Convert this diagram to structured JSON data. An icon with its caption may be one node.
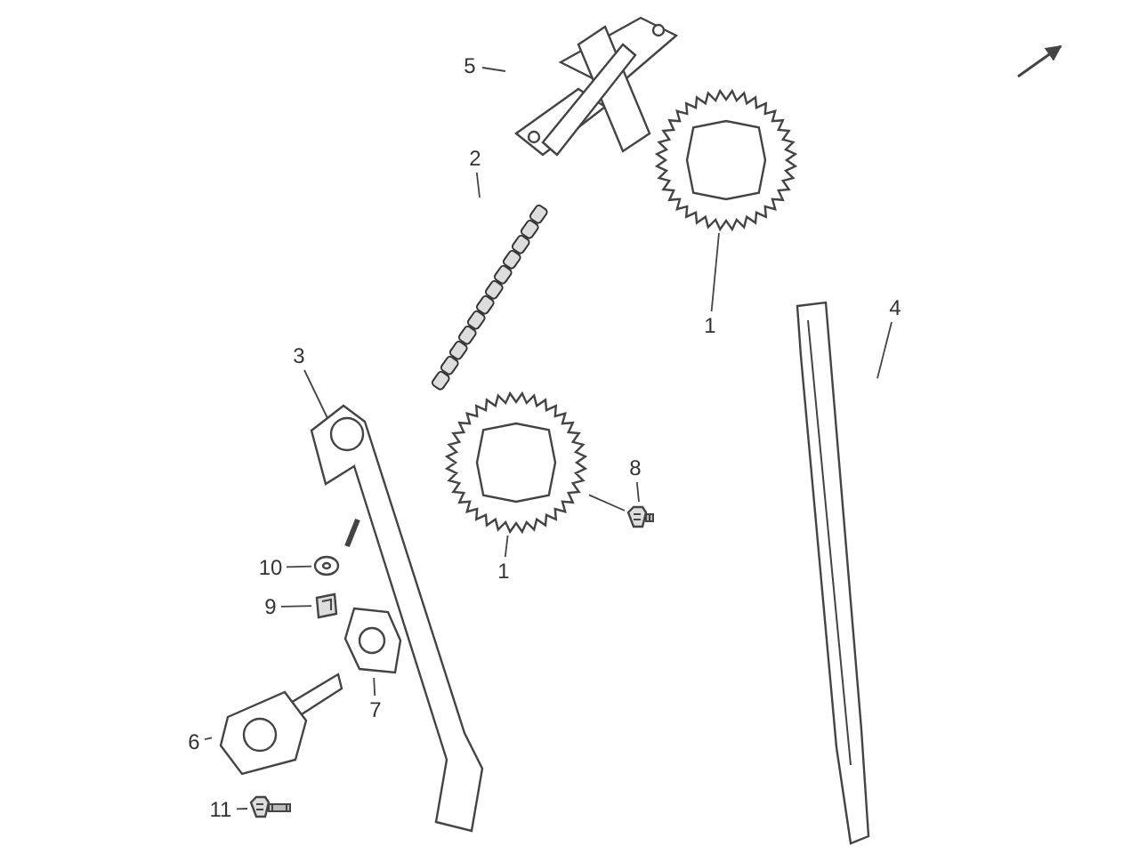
{
  "diagram": {
    "nodes": [
      {
        "text": [
          "5"
        ]
      },
      {
        "text": [],
        "shape": "picture"
      },
      {
        "text": [
          "2"
        ]
      },
      {
        "text": [],
        "shape": "picture"
      },
      {
        "text": [
          "1"
        ]
      },
      {
        "text": [],
        "shape": "picture"
      },
      {
        "text": [
          "4"
        ]
      },
      {
        "text": [],
        "shape": "picture"
      },
      {
        "text": [
          "3"
        ]
      },
      {
        "text": [],
        "shape": "picture"
      },
      {
        "text": [
          "8"
        ]
      },
      {
        "text": [],
        "shape": "picture"
      },
      {
        "text": [
          "1"
        ]
      },
      {
        "text": [],
        "shape": "picture"
      },
      {
        "text": [
          "10"
        ]
      },
      {
        "text": [],
        "shape": "picture"
      },
      {
        "text": [
          "9"
        ]
      },
      {
        "text": [],
        "shape": "picture"
      },
      {
        "text": [
          "6"
        ]
      },
      {
        "text": [],
        "shape": "picture"
      },
      {
        "text": [
          "7"
        ]
      },
      {
        "text": [],
        "shape": "picture"
      },
      {
        "text": [
          "11"
        ]
      },
      {
        "text": [],
        "shape": "picture"
      }
    ],
    "edges": [
      {
        "from": 0,
        "to": 1,
        "arrow": "none"
      },
      {
        "from": 2,
        "to": 3,
        "arrow": "none"
      },
      {
        "from": 4,
        "to": 5,
        "arrow": "none"
      },
      {
        "from": 6,
        "to": 7,
        "arrow": "none"
      },
      {
        "from": 8,
        "to": 9,
        "arrow": "none"
      },
      {
        "from": 10,
        "to": 11,
        "arrow": "none"
      },
      {
        "from": 11,
        "to": 13,
        "arrow": "none"
      },
      {
        "from": 12,
        "to": 13,
        "arrow": "none"
      },
      {
        "from": 14,
        "to": 15,
        "arrow": "none"
      },
      {
        "from": 16,
        "to": 17,
        "arrow": "none"
      },
      {
        "from": 18,
        "to": 19,
        "arrow": "none"
      },
      {
        "from": 20,
        "to": 21,
        "arrow": "none"
      },
      {
        "from": 22,
        "to": 23,
        "arrow": "none"
      }
    ]
  }
}
